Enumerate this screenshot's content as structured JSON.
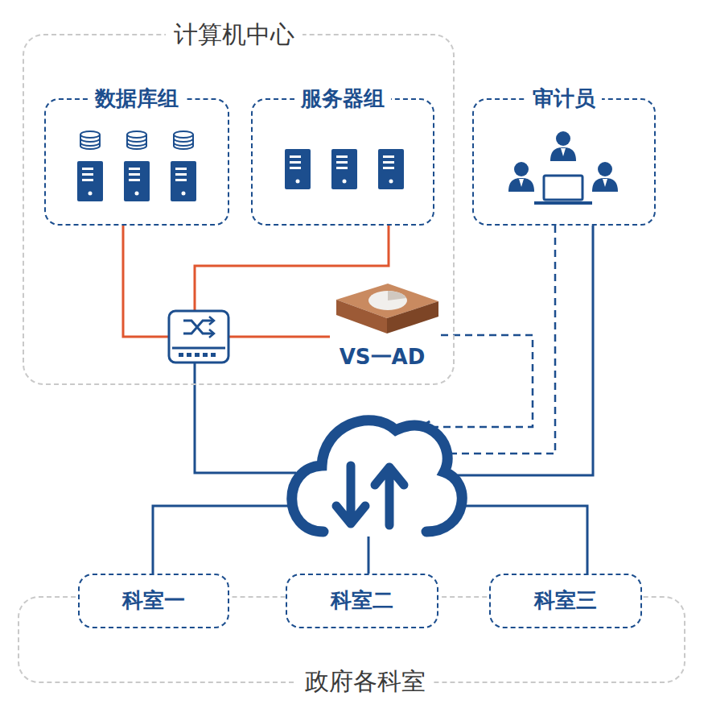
{
  "diagram": {
    "nodes": [
      {
        "text": [
          "计算机中心"
        ]
      },
      {
        "text": [
          "数据库组"
        ],
        "in": 0
      },
      {
        "text": [
          "服务器组"
        ],
        "in": 0
      },
      {
        "text": [
          "VS一AD"
        ],
        "in": 0
      },
      {
        "text": [
          "审计员"
        ]
      },
      {
        "text": [
          "政府各科室"
        ]
      },
      {
        "text": [
          "科室一"
        ],
        "in": 5
      },
      {
        "text": [
          "科室二"
        ],
        "in": 5
      },
      {
        "text": [
          "科室三"
        ],
        "in": 5
      }
    ]
  }
}
